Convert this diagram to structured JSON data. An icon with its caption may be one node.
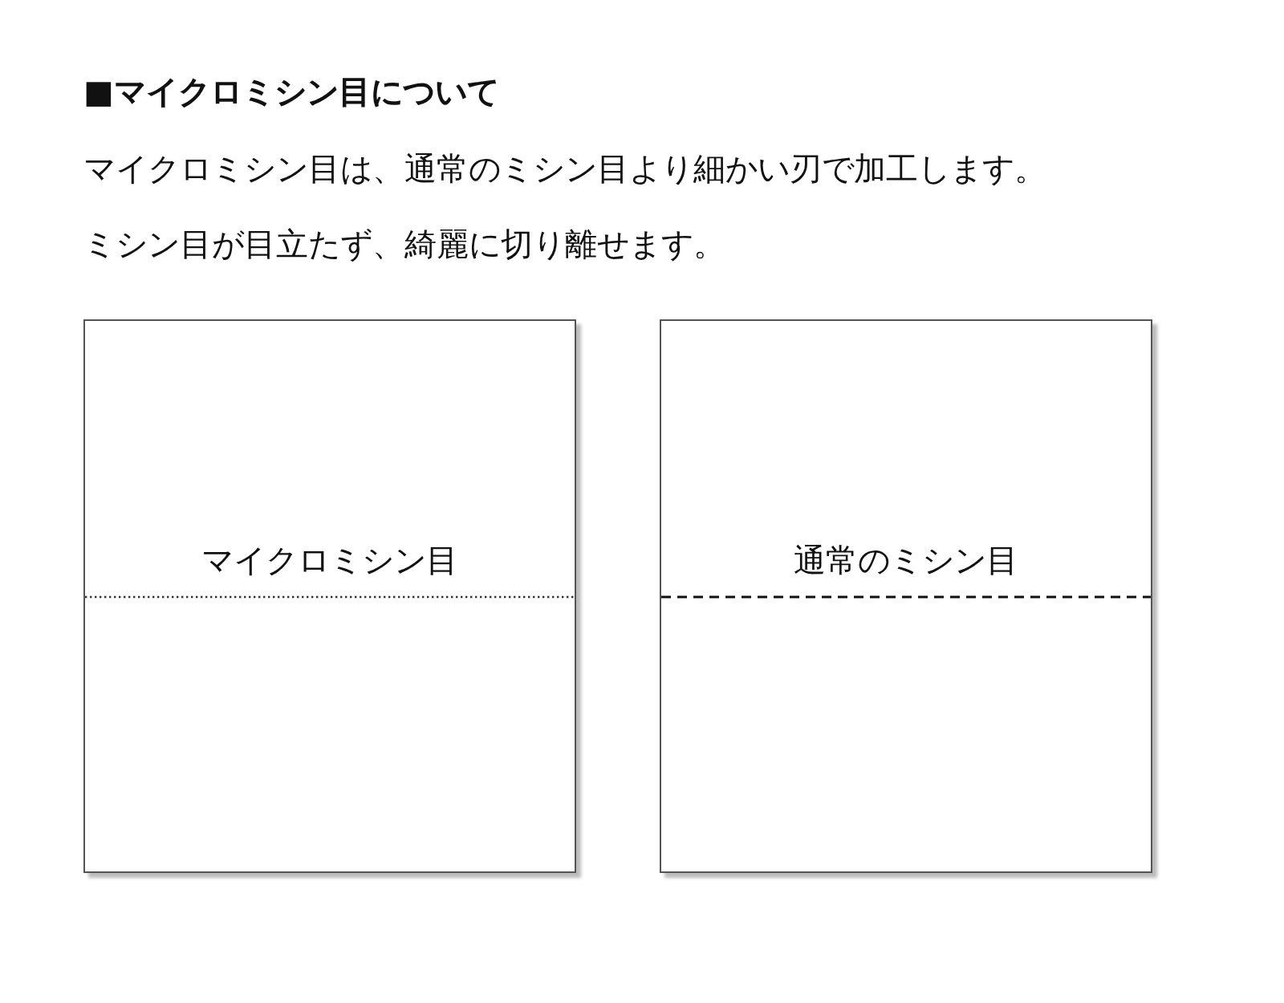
{
  "diagram": {
    "title": "■マイクロミシン目について",
    "nodes": [
      {
        "text": [
          "マイクロミシン目"
        ]
      },
      {
        "text": [
          "通常のミシン目"
        ]
      }
    ],
    "labels": [
      "マイクロミシン目は、通常のミシン目より細かい刃で加工します。",
      "ミシン目が目立たず、綺麗に切り離せます。"
    ]
  }
}
